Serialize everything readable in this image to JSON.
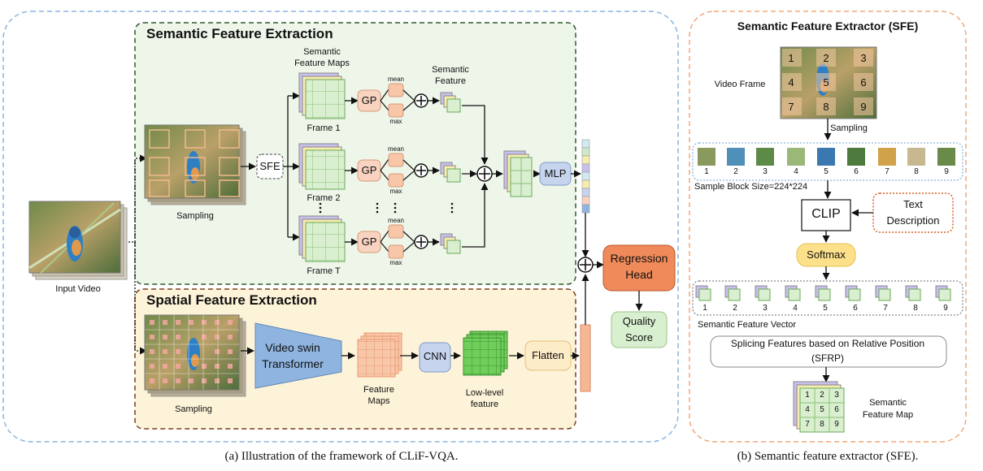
{
  "left_panel": {
    "semantic_title": "Semantic Feature Extraction",
    "spatial_title": "Spatial Feature Extraction",
    "input_video": "Input Video",
    "sampling_top": "Sampling",
    "sampling_bottom": "Sampling",
    "sfe": "SFE",
    "semantic_feature_maps_l1": "Semantic",
    "semantic_feature_maps_l2": "Feature Maps",
    "frame1": "Frame 1",
    "frame2": "Frame 2",
    "frameT": "Frame T",
    "gp": "GP",
    "mean": "mean",
    "max": "max",
    "semantic_feature_l1": "Semantic",
    "semantic_feature_l2": "Feature",
    "mlp": "MLP",
    "video_swin_l1": "Video  swin",
    "video_swin_l2": "Transformer",
    "feature_maps_l1": "Feature",
    "feature_maps_l2": "Maps",
    "cnn": "CNN",
    "low_level_l1": "Low-level",
    "low_level_l2": "feature",
    "flatten": "Flatten",
    "regression_l1": "Regression",
    "regression_l2": "Head",
    "quality_l1": "Quality",
    "quality_l2": "Score",
    "caption": "(a) Illustration of the framework of CLiF-VQA."
  },
  "right_panel": {
    "title": "Semantic Feature Extractor (SFE)",
    "video_frame": "Video Frame",
    "sampling": "Sampling",
    "block_numbers": [
      "1",
      "2",
      "3",
      "4",
      "5",
      "6",
      "7",
      "8",
      "9"
    ],
    "sample_block_size": "Sample Block Size=224*224",
    "clip": "CLIP",
    "text_l1": "Text",
    "text_l2": "Description",
    "softmax": "Softmax",
    "semantic_feature_vector": "Semantic Feature Vector",
    "splicing_l1": "Splicing Features based on Relative Position",
    "splicing_l2": "(SFRP)",
    "semantic_map_l1": "Semantic",
    "semantic_map_l2": "Feature Map",
    "caption": "(b) Semantic feature extractor (SFE)."
  },
  "colors": {
    "blue_dashed": "#8ab4e0",
    "orange_dashed": "#f0a878",
    "semantic_bg": "#eef6ea",
    "semantic_border": "#2f5a2f",
    "spatial_bg": "#fdf3d8",
    "spatial_border": "#7a3e1a",
    "green_fill": "#d9efcf",
    "salmon_fill": "#f8c6a8",
    "regression_fill": "#f08a5a",
    "mlp_fill": "#c6d4ee",
    "swin_fill": "#8fb4e0",
    "softmax_fill": "#fde08a",
    "text_border": "#d7622a",
    "flatten_fill": "#fdecc8",
    "quality_fill": "#d8efd0"
  }
}
